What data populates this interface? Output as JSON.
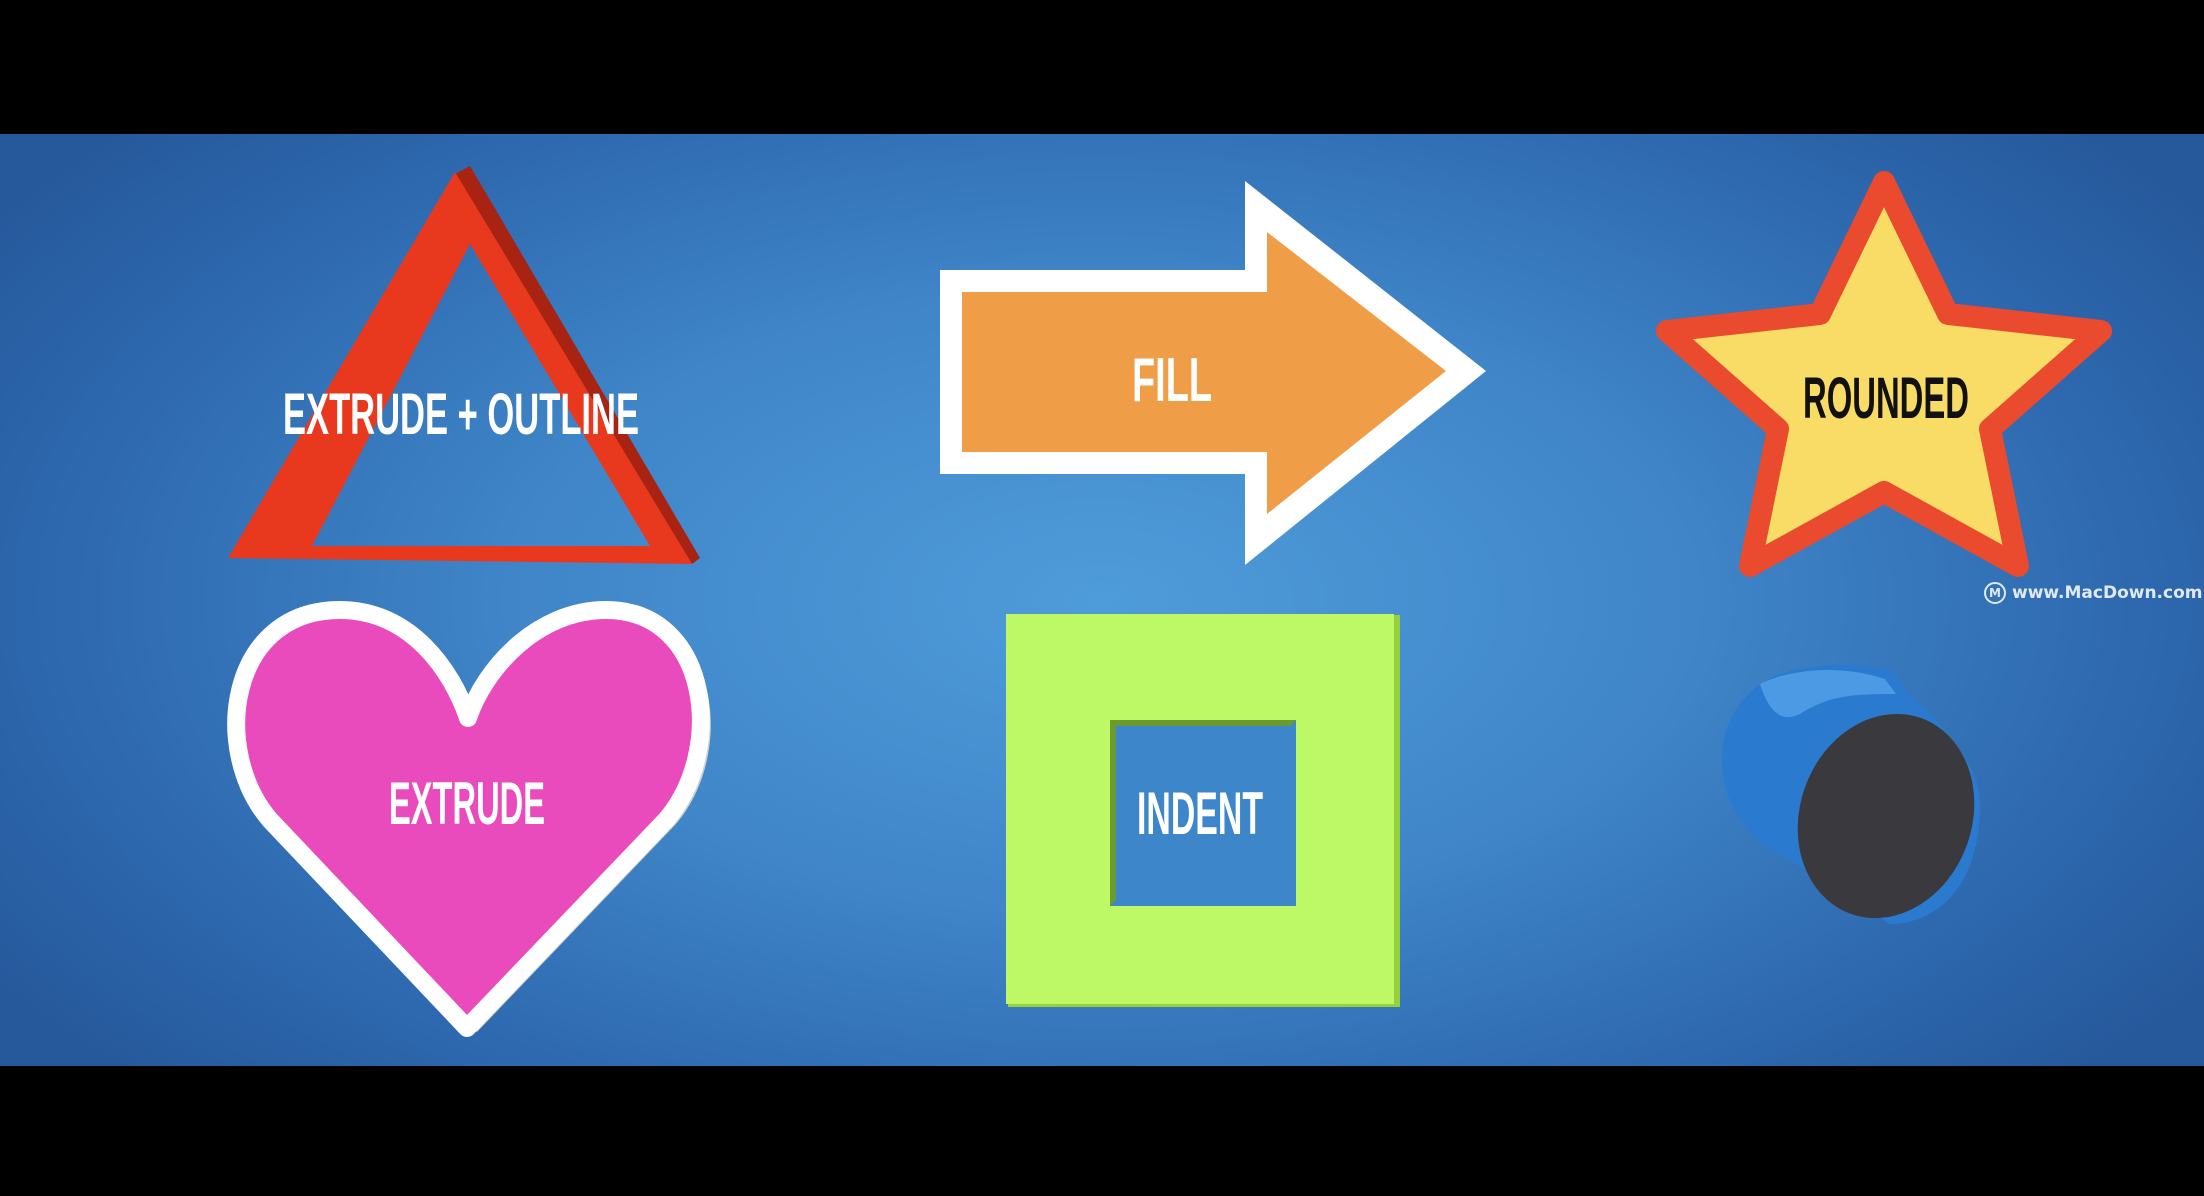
{
  "shapes": {
    "triangle": {
      "label": "EXTRUDE + OUTLINE",
      "outline_color": "#e8391f"
    },
    "arrow": {
      "label": "FILL",
      "fill_color": "#ef9d47",
      "outline_color": "#ffffff"
    },
    "star": {
      "label": "ROUNDED",
      "fill_color": "#f8dc66",
      "outline_color": "#ea4a2e"
    },
    "heart": {
      "label": "EXTRUDE",
      "fill_color": "#e94bbc",
      "outline_color": "#ffffff"
    },
    "square": {
      "label": "INDENT",
      "fill_color": "#bdf966",
      "hole_color": "#3d86c9"
    },
    "cylinder": {
      "label": "",
      "side_color": "#2a7bd0",
      "face_color": "#3a3a3e"
    }
  },
  "background": {
    "color": "#3f85c8"
  },
  "watermark": {
    "text": "www.MacDown.com",
    "icon": "macdown-logo-icon",
    "icon_glyph": "M"
  }
}
